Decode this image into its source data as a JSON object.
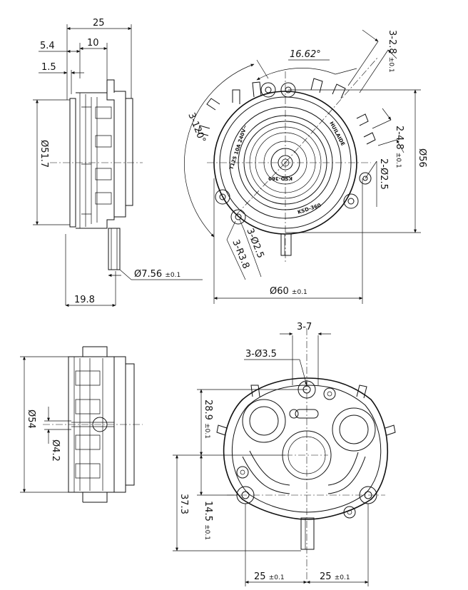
{
  "top_side_view": {
    "width_total": "25",
    "step_a": "5.4",
    "step_b": "10",
    "step_c": "1.5",
    "diameter": "Ø51.7",
    "pin_diameter": "Ø7.56",
    "pin_diameter_tol": "±0.1",
    "pin_length": "19.8"
  },
  "top_front_view": {
    "angle_main": "16.62°",
    "angle_holes": "3-120°",
    "terminal_width": "3-2.8",
    "terminal_width_tol": "±0.1",
    "terminal_right": "2-4.8",
    "terminal_right_tol": "±0.1",
    "hole_right": "2-Ø2.5",
    "outer_diameter": "Ø56",
    "radius": "3-R3.8",
    "hole_diameter": "3-Ø2.5",
    "base_diameter": "Ø60",
    "base_diameter_tol": "±0.1",
    "markings": [
      "T125 10A 240V~",
      "HUILAIDE",
      "KSD-360",
      "KSD-360"
    ]
  },
  "bottom_side_view": {
    "diameter": "Ø54",
    "center_diameter": "Ø4.2"
  },
  "bottom_front_view": {
    "slot_width": "3-7",
    "hole_diameter": "3-Ø3.5",
    "height_upper": "28.9",
    "height_upper_tol": "±0.1",
    "height_total": "37.3",
    "height_lower": "14.5",
    "height_lower_tol": "±0.1",
    "spacing_left": "25",
    "spacing_left_tol": "±0.1",
    "spacing_right": "25",
    "spacing_right_tol": "±0.1"
  }
}
